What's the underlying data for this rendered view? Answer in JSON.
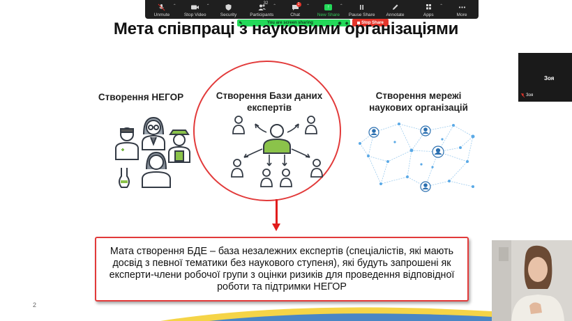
{
  "zoom_toolbar": {
    "unmute": "Unmute",
    "stop_video": "Stop Video",
    "security": "Security",
    "participants": "Participants",
    "participants_count": "32",
    "chat": "Chat",
    "chat_badge": "1",
    "new_share": "New Share",
    "pause_share": "Pause Share",
    "annotate": "Annotate",
    "apps": "Apps",
    "more": "More"
  },
  "sharing_banner": {
    "text": "You are screen sharing",
    "stop_share": "Stop Share"
  },
  "slide": {
    "title": "Мета співпраці з науковими організаціями",
    "col1_title": "Створення НЕГОР",
    "col2_title_line1": "Створення Бази даних",
    "col2_title_line2": "експертів",
    "col3_title_line1": "Створення мережі",
    "col3_title_line2": "наукових організацій",
    "box_text": "Мата створення БДЕ – база незалежних експертів (спеціалістів, які мають досвід з певної тематики без наукового ступеня), які будуть запрошені як експерти-члени робочої групи з оцінки ризиків для проведення відповідної роботи та підтримки НЕГОР",
    "page_number": "2"
  },
  "participants": {
    "tile_name": "Зоя",
    "tile_sub_name": "Зоя"
  },
  "colors": {
    "accent_red": "#e23a3a",
    "toolbar_bg": "#1f1f1f",
    "share_green": "#23d959",
    "figure_green": "#8bc34a",
    "network_blue": "#5aa9e6"
  }
}
